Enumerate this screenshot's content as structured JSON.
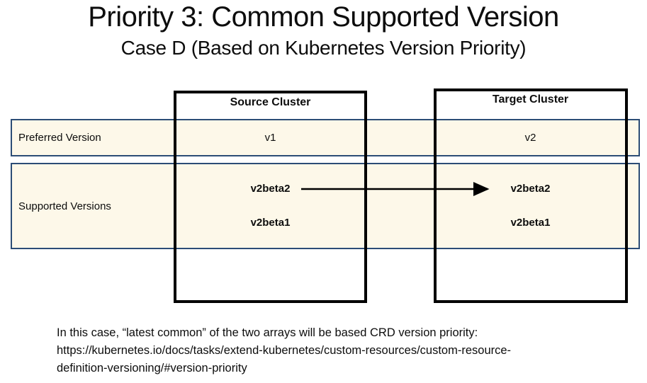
{
  "slide": {
    "title": "Priority 3: Common Supported Version",
    "subtitle": "Case D (Based on Kubernetes Version Priority)"
  },
  "diagram": {
    "rows": [
      {
        "label": "Preferred Version"
      },
      {
        "label": "Supported Versions"
      }
    ],
    "columns": [
      {
        "header": "Source Cluster",
        "preferred_version": "v1",
        "supported_versions": [
          "v2beta2",
          "v2beta1"
        ]
      },
      {
        "header": "Target Cluster",
        "preferred_version": "v2",
        "supported_versions": [
          "v2beta2",
          "v2beta1"
        ]
      }
    ],
    "arrow": {
      "from": "source v2beta2",
      "to": "target v2beta2"
    },
    "colors": {
      "row_fill": "#fdf8e9",
      "row_border": "#2c4d76",
      "box_border": "#000000"
    }
  },
  "footer": {
    "line1": "In this case, “latest common” of the two arrays will be based CRD version priority:",
    "line2": "https://kubernetes.io/docs/tasks/extend-kubernetes/custom-resources/custom-resource-",
    "line3": "definition-versioning/#version-priority"
  }
}
